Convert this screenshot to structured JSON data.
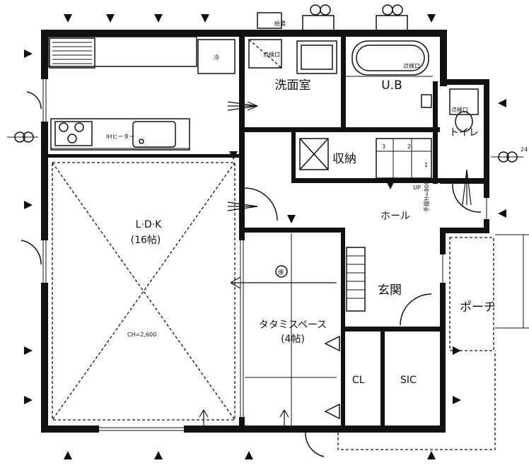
{
  "rooms": {
    "washroom": "洗面室",
    "bath": "U.B",
    "toilet": "トイレ",
    "storage": "収納",
    "hall": "ホール",
    "ldk": "L·D·K",
    "ldk_size": "(16帖)",
    "ceiling": "CH=2,600",
    "tatami": "タタミスペース",
    "tatami_size": "(4帖)",
    "entrance": "玄関",
    "porch": "ポーチ",
    "closet": "CL",
    "sic": "SIC"
  },
  "fixtures": {
    "fridge": "冷",
    "ih": "IHヒーター",
    "water_heater": "給湯",
    "inspection_wash": "点検口",
    "inspection_bath": "点検口",
    "inspection_toilet": "点検口",
    "chimney_mark": "煙",
    "stair_1": "1",
    "stair_2": "2",
    "stair_3": "3",
    "stair_up": "UP",
    "handrail": "手摺H=800",
    "outlet_24": "24"
  }
}
